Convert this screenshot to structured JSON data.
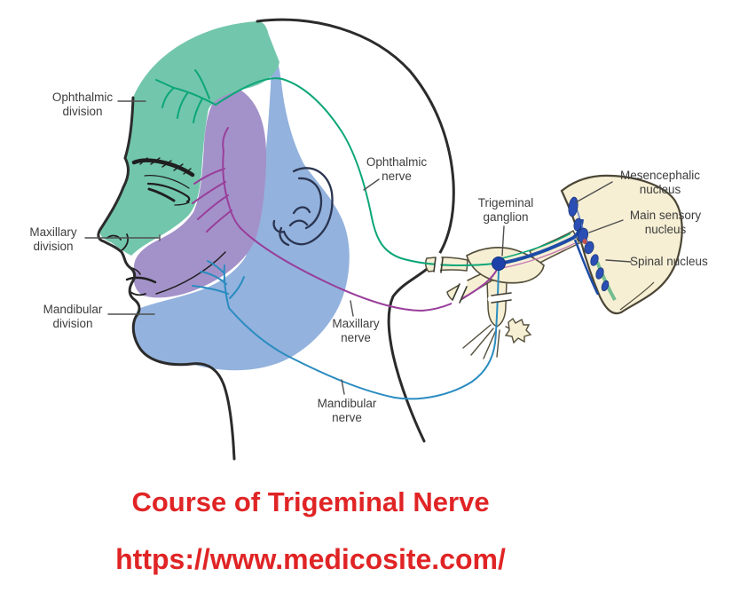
{
  "colors": {
    "ophthalmic_region": "#72c6ab",
    "maxillary_region": "#a392c9",
    "mandibular_region": "#93b2dd",
    "ophthalmic_nerve": "#0ca678",
    "maxillary_nerve": "#993e9b",
    "mandibular_nerve": "#2a8cc0",
    "ganglion_fill": "#f6efd4",
    "ganglion_outline": "#55503c",
    "nucleus_blue": "#2b4fb4",
    "nucleus_red": "#c0504d",
    "spinal_tract_green": "#74bd90",
    "neuron_dot": "#1c41a8",
    "title_red": "#e02425",
    "label_gray": "#3d3d3d"
  },
  "labels": {
    "ophthalmic_division": "Ophthalmic\ndivision",
    "maxillary_division": "Maxillary\ndivision",
    "mandibular_division": "Mandibular\ndivision",
    "ophthalmic_nerve": "Ophthalmic\nnerve",
    "maxillary_nerve": "Maxillary\nnerve",
    "mandibular_nerve": "Mandibular\nnerve",
    "trigeminal_ganglion": "Trigeminal\nganglion",
    "mesencephalic_nucleus": "Mesencephalic\nnucleus",
    "main_sensory_nucleus": "Main sensory\nnucleus",
    "spinal_nucleus": "Spinal nucleus"
  },
  "caption": {
    "title": "Course of Trigeminal Nerve",
    "url": "https://www.medicosite.com/"
  }
}
